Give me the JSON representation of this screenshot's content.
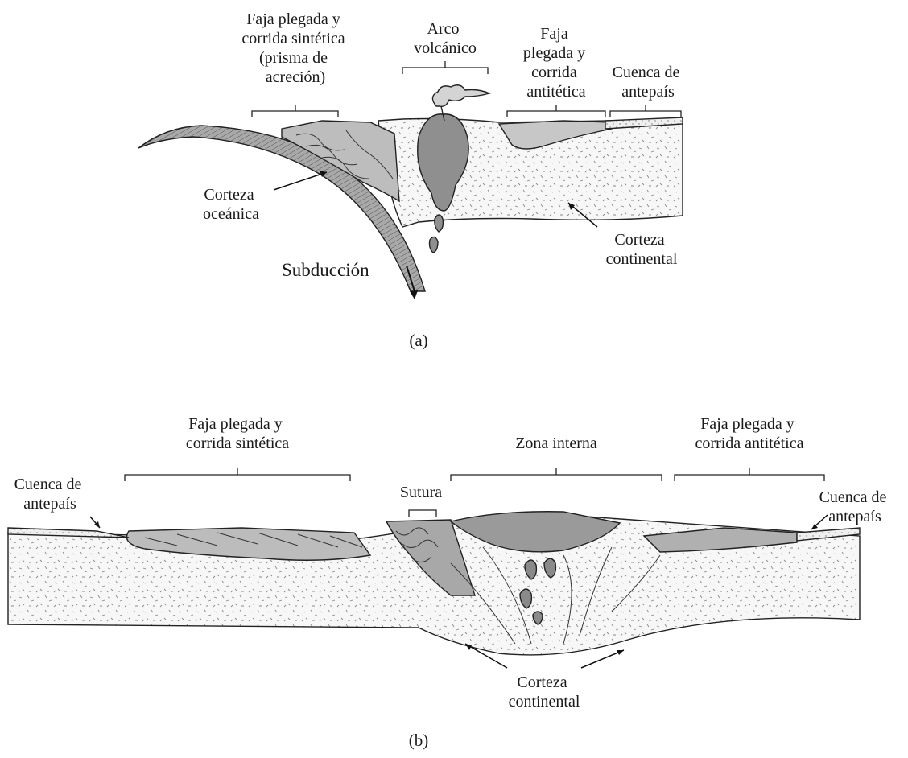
{
  "panel_a": {
    "caption": "(a)",
    "labels": {
      "faja_sintetica": [
        "Faja plegada y",
        "corrida sintética",
        "(prisma de",
        "acreción)"
      ],
      "arco": [
        "Arco",
        "volcánico"
      ],
      "faja_antitetica": [
        "Faja",
        "plegada y",
        "corrida",
        "antitética"
      ],
      "cuenca": [
        "Cuenca de",
        "antepaís"
      ],
      "corteza_oceanica": [
        "Corteza",
        "oceánica"
      ],
      "corteza_continental": [
        "Corteza",
        "continental"
      ],
      "subduccion": "Subducción"
    }
  },
  "panel_b": {
    "caption": "(b)",
    "labels": {
      "faja_sintetica": [
        "Faja plegada y",
        "corrida sintética"
      ],
      "zona_interna": "Zona interna",
      "faja_antitetica": [
        "Faja plegada y",
        "corrida antitética"
      ],
      "cuenca_izq": [
        "Cuenca de",
        "antepaís"
      ],
      "cuenca_der": [
        "Cuenca de",
        "antepaís"
      ],
      "sutura": "Sutura",
      "corteza_continental": [
        "Corteza",
        "continental"
      ]
    }
  },
  "colors": {
    "crust_fill": "#f6f6f6",
    "oceanic": "#9a9a9a",
    "thrust_dark": "#8c8c8c",
    "thrust_mid": "#bcbcbc",
    "magma": "#8a8a8a",
    "line": "#222222"
  }
}
